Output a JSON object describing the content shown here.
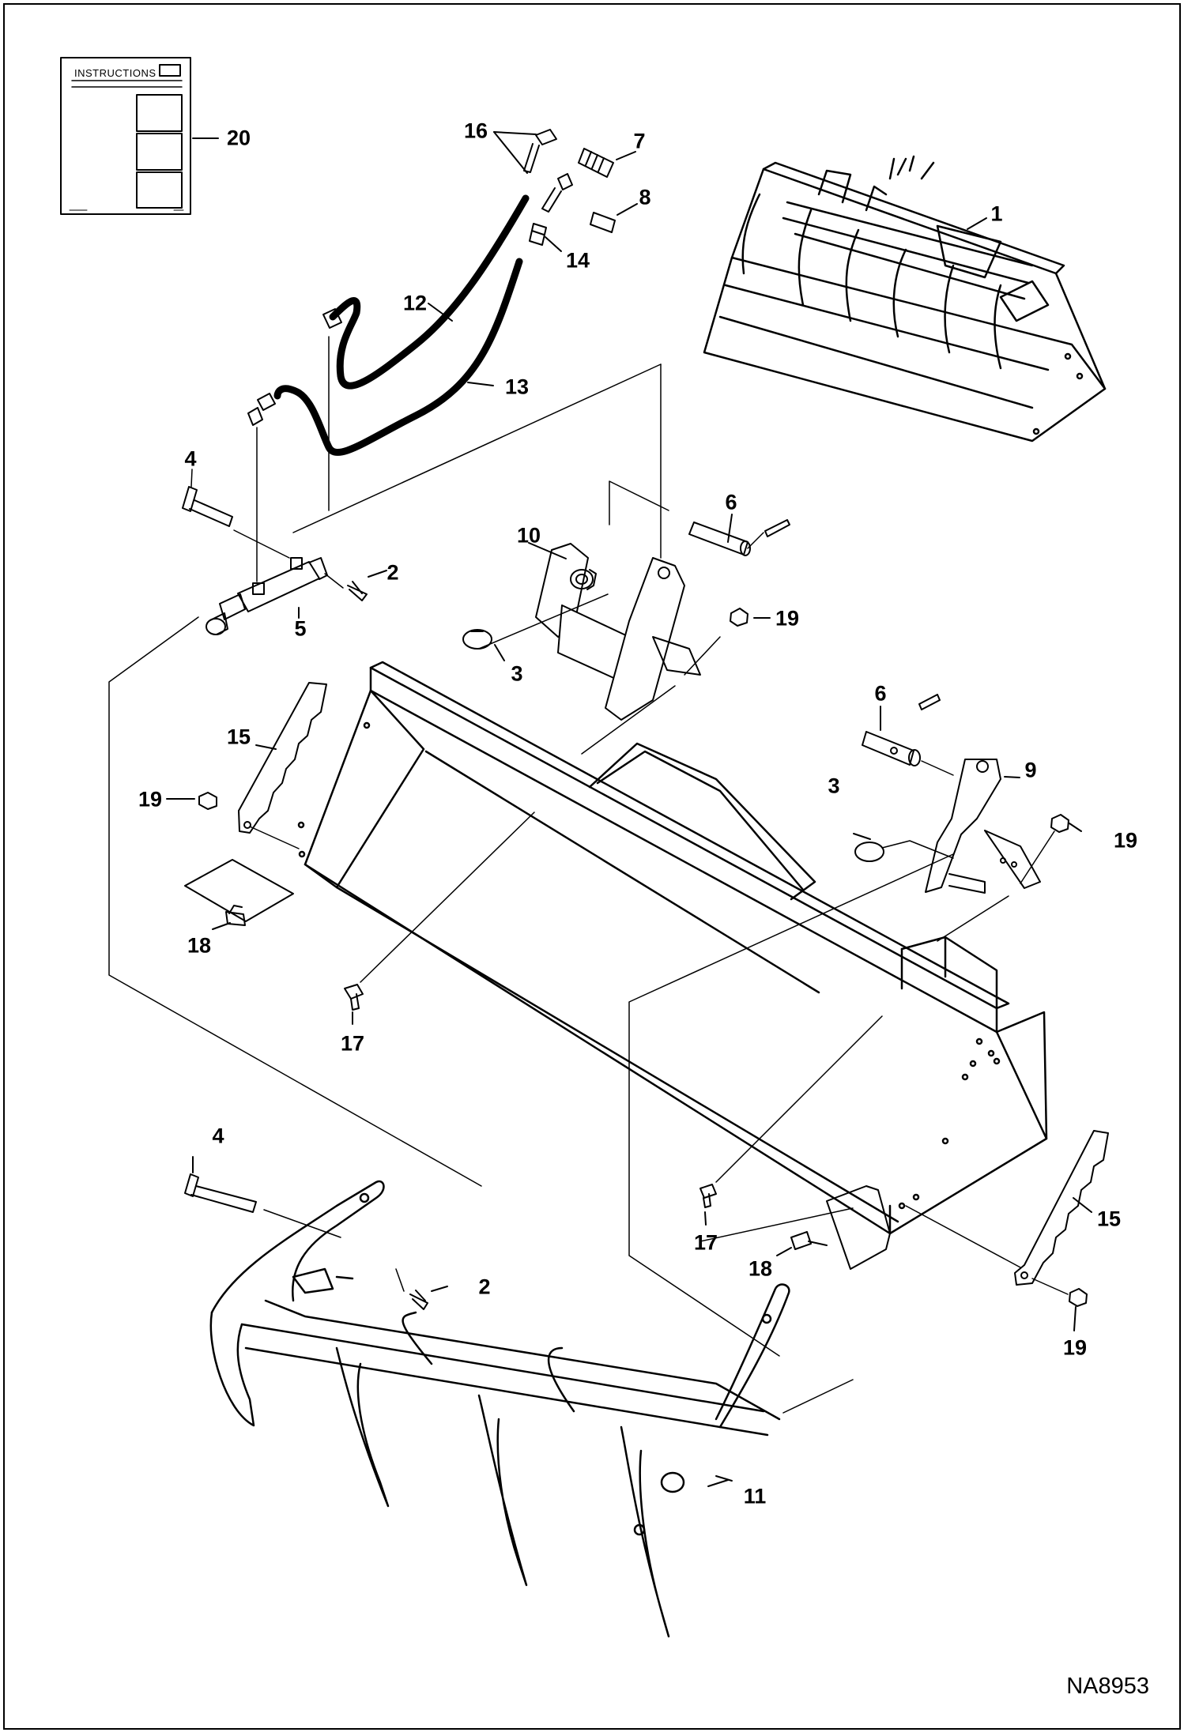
{
  "drawing_id": "NA8953",
  "instructions_card": {
    "title": "INSTRUCTIONS"
  },
  "callouts": {
    "c1": "1",
    "c2a": "2",
    "c2b": "2",
    "c3a": "3",
    "c3b": "3",
    "c4a": "4",
    "c4b": "4",
    "c5": "5",
    "c6a": "6",
    "c6b": "6",
    "c7": "7",
    "c8": "8",
    "c9": "9",
    "c10": "10",
    "c11": "11",
    "c12": "12",
    "c13": "13",
    "c14": "14",
    "c15a": "15",
    "c15b": "15",
    "c16": "16",
    "c17a": "17",
    "c17b": "17",
    "c18a": "18",
    "c18b": "18",
    "c19a": "19",
    "c19b": "19",
    "c19c": "19",
    "c19d": "19",
    "c20": "20"
  }
}
